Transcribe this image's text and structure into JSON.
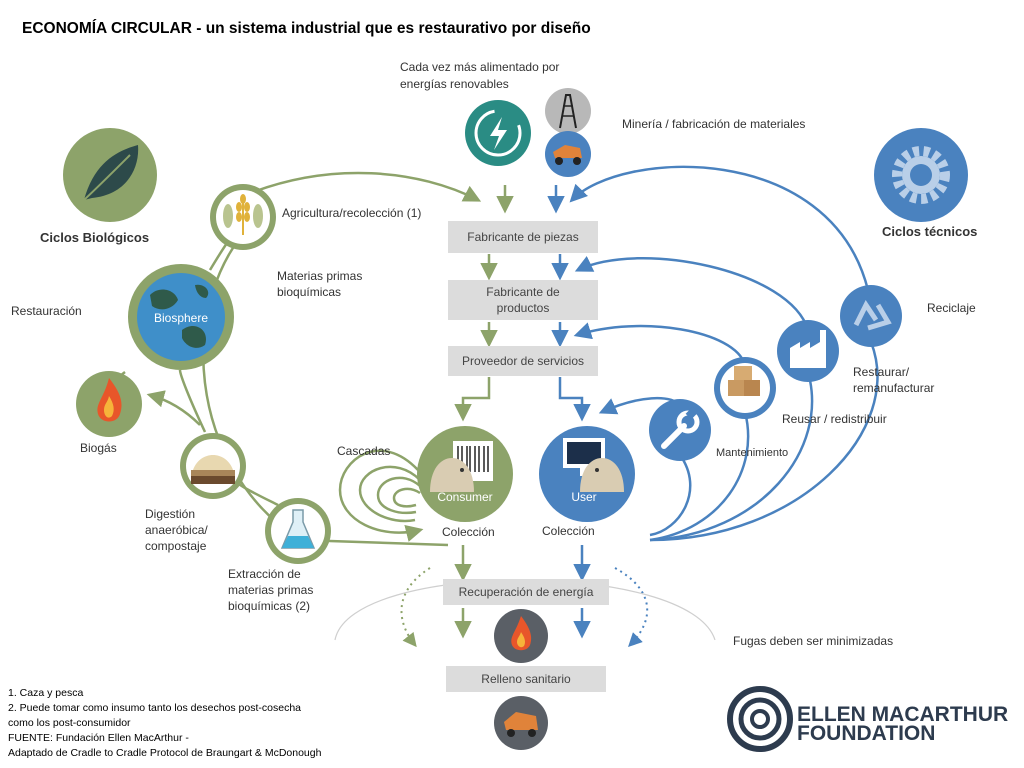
{
  "title": "ECONOMÍA CIRCULAR - un sistema industrial que es restaurativo por diseño",
  "top": {
    "renewables": "Cada vez más alimentado por energías renovables",
    "mining": "Minería / fabricación de materiales"
  },
  "biological": {
    "cycle_label": "Ciclos Biológicos",
    "restoration": "Restauración",
    "agriculture": "Agricultura/recolección (1)",
    "biochemical_feedstock": "Materias primas bioquímicas",
    "biosphere": "Biosphere",
    "biogas": "Biogás",
    "digestion": "Digestión anaeróbica/ compostaje",
    "extraction": "Extracción de materias primas bioquímicas (2)",
    "cascades": "Cascadas",
    "consumer": "Consumer",
    "collection": "Colección"
  },
  "technical": {
    "cycle_label": "Ciclos técnicos",
    "recycling": "Reciclaje",
    "refurbish": "Restaurar/ remanufacturar",
    "reuse": "Reusar / redistribuir",
    "maintenance": "Mantenimiento",
    "user": "User",
    "collection": "Colección"
  },
  "boxes": {
    "parts": "Fabricante de piezas",
    "products": "Fabricante de productos",
    "services": "Proveedor de servicios",
    "energy_recovery": "Recuperación de energía",
    "landfill": "Relleno sanitario"
  },
  "leakage": "Fugas deben ser minimizadas",
  "footnotes": [
    "1. Caza y pesca",
    "2. Puede tomar como insumo tanto los desechos post-cosecha",
    "como los post-consumidor",
    "FUENTE: Fundación Ellen MacArthur -",
    "Adaptado de Cradle to Cradle Protocol de Braungart & McDonough"
  ],
  "logo": {
    "line1": "ELLEN MACARTHUR",
    "line2": "FOUNDATION"
  },
  "colors": {
    "green": "#8da36a",
    "green_dark": "#5f7a45",
    "blue": "#4a82bf",
    "teal": "#2a8c84",
    "grey_box": "#dcdcdc",
    "navy": "#2d3b4e"
  }
}
